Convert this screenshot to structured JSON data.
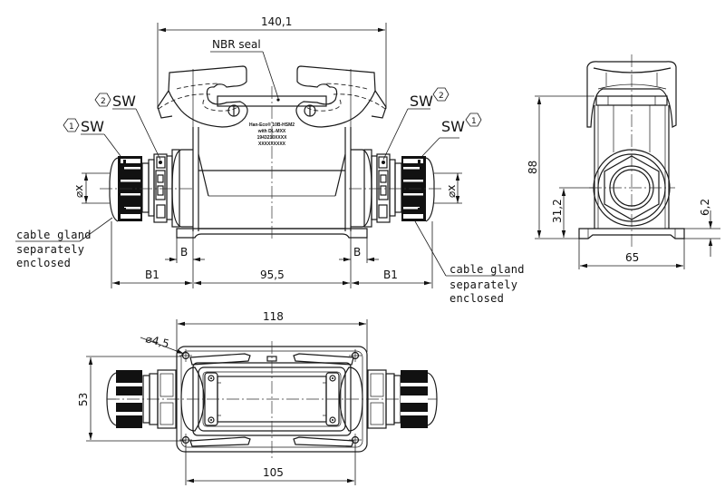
{
  "drawing": {
    "title": "Han-Eco surface mounted housing with cable glands - dimension drawing",
    "front_view": {
      "dimensions": {
        "overall_width": "140,1",
        "base_center": "95,5",
        "b_left": "B",
        "b_right": "B",
        "b1_left": "B1",
        "b1_right": "B1",
        "diameter_left": "⌀x",
        "diameter_right": "⌀x"
      },
      "callouts": {
        "seal": "NBR seal",
        "sw1_left": "SW",
        "sw2_left": "SW",
        "sw1_right": "SW",
        "sw2_right": "SW",
        "marker_1": "1",
        "marker_2": "2",
        "gland_left_line1": "cable gland",
        "gland_left_line2": "separately",
        "gland_left_line3": "enclosed",
        "gland_right_line1": "cable gland",
        "gland_right_line2": "separately",
        "gland_right_line3": "enclosed"
      },
      "label_plate": {
        "line1": "Han-Eco® 10B-HSM2",
        "line2": "with DL-MXX",
        "line3": "1943210XXXX",
        "line4": "XXXXXXXXX"
      }
    },
    "side_view": {
      "dimensions": {
        "height": "88",
        "axis_height": "31,2",
        "base_height": "6,2",
        "width": "65"
      }
    },
    "top_view": {
      "dimensions": {
        "hole_spacing": "118",
        "hole_diameter": "⌀4,5",
        "depth": "53",
        "base_length": "105"
      }
    }
  },
  "colors": {
    "line": "#1a1a1a",
    "background": "#ffffff"
  }
}
